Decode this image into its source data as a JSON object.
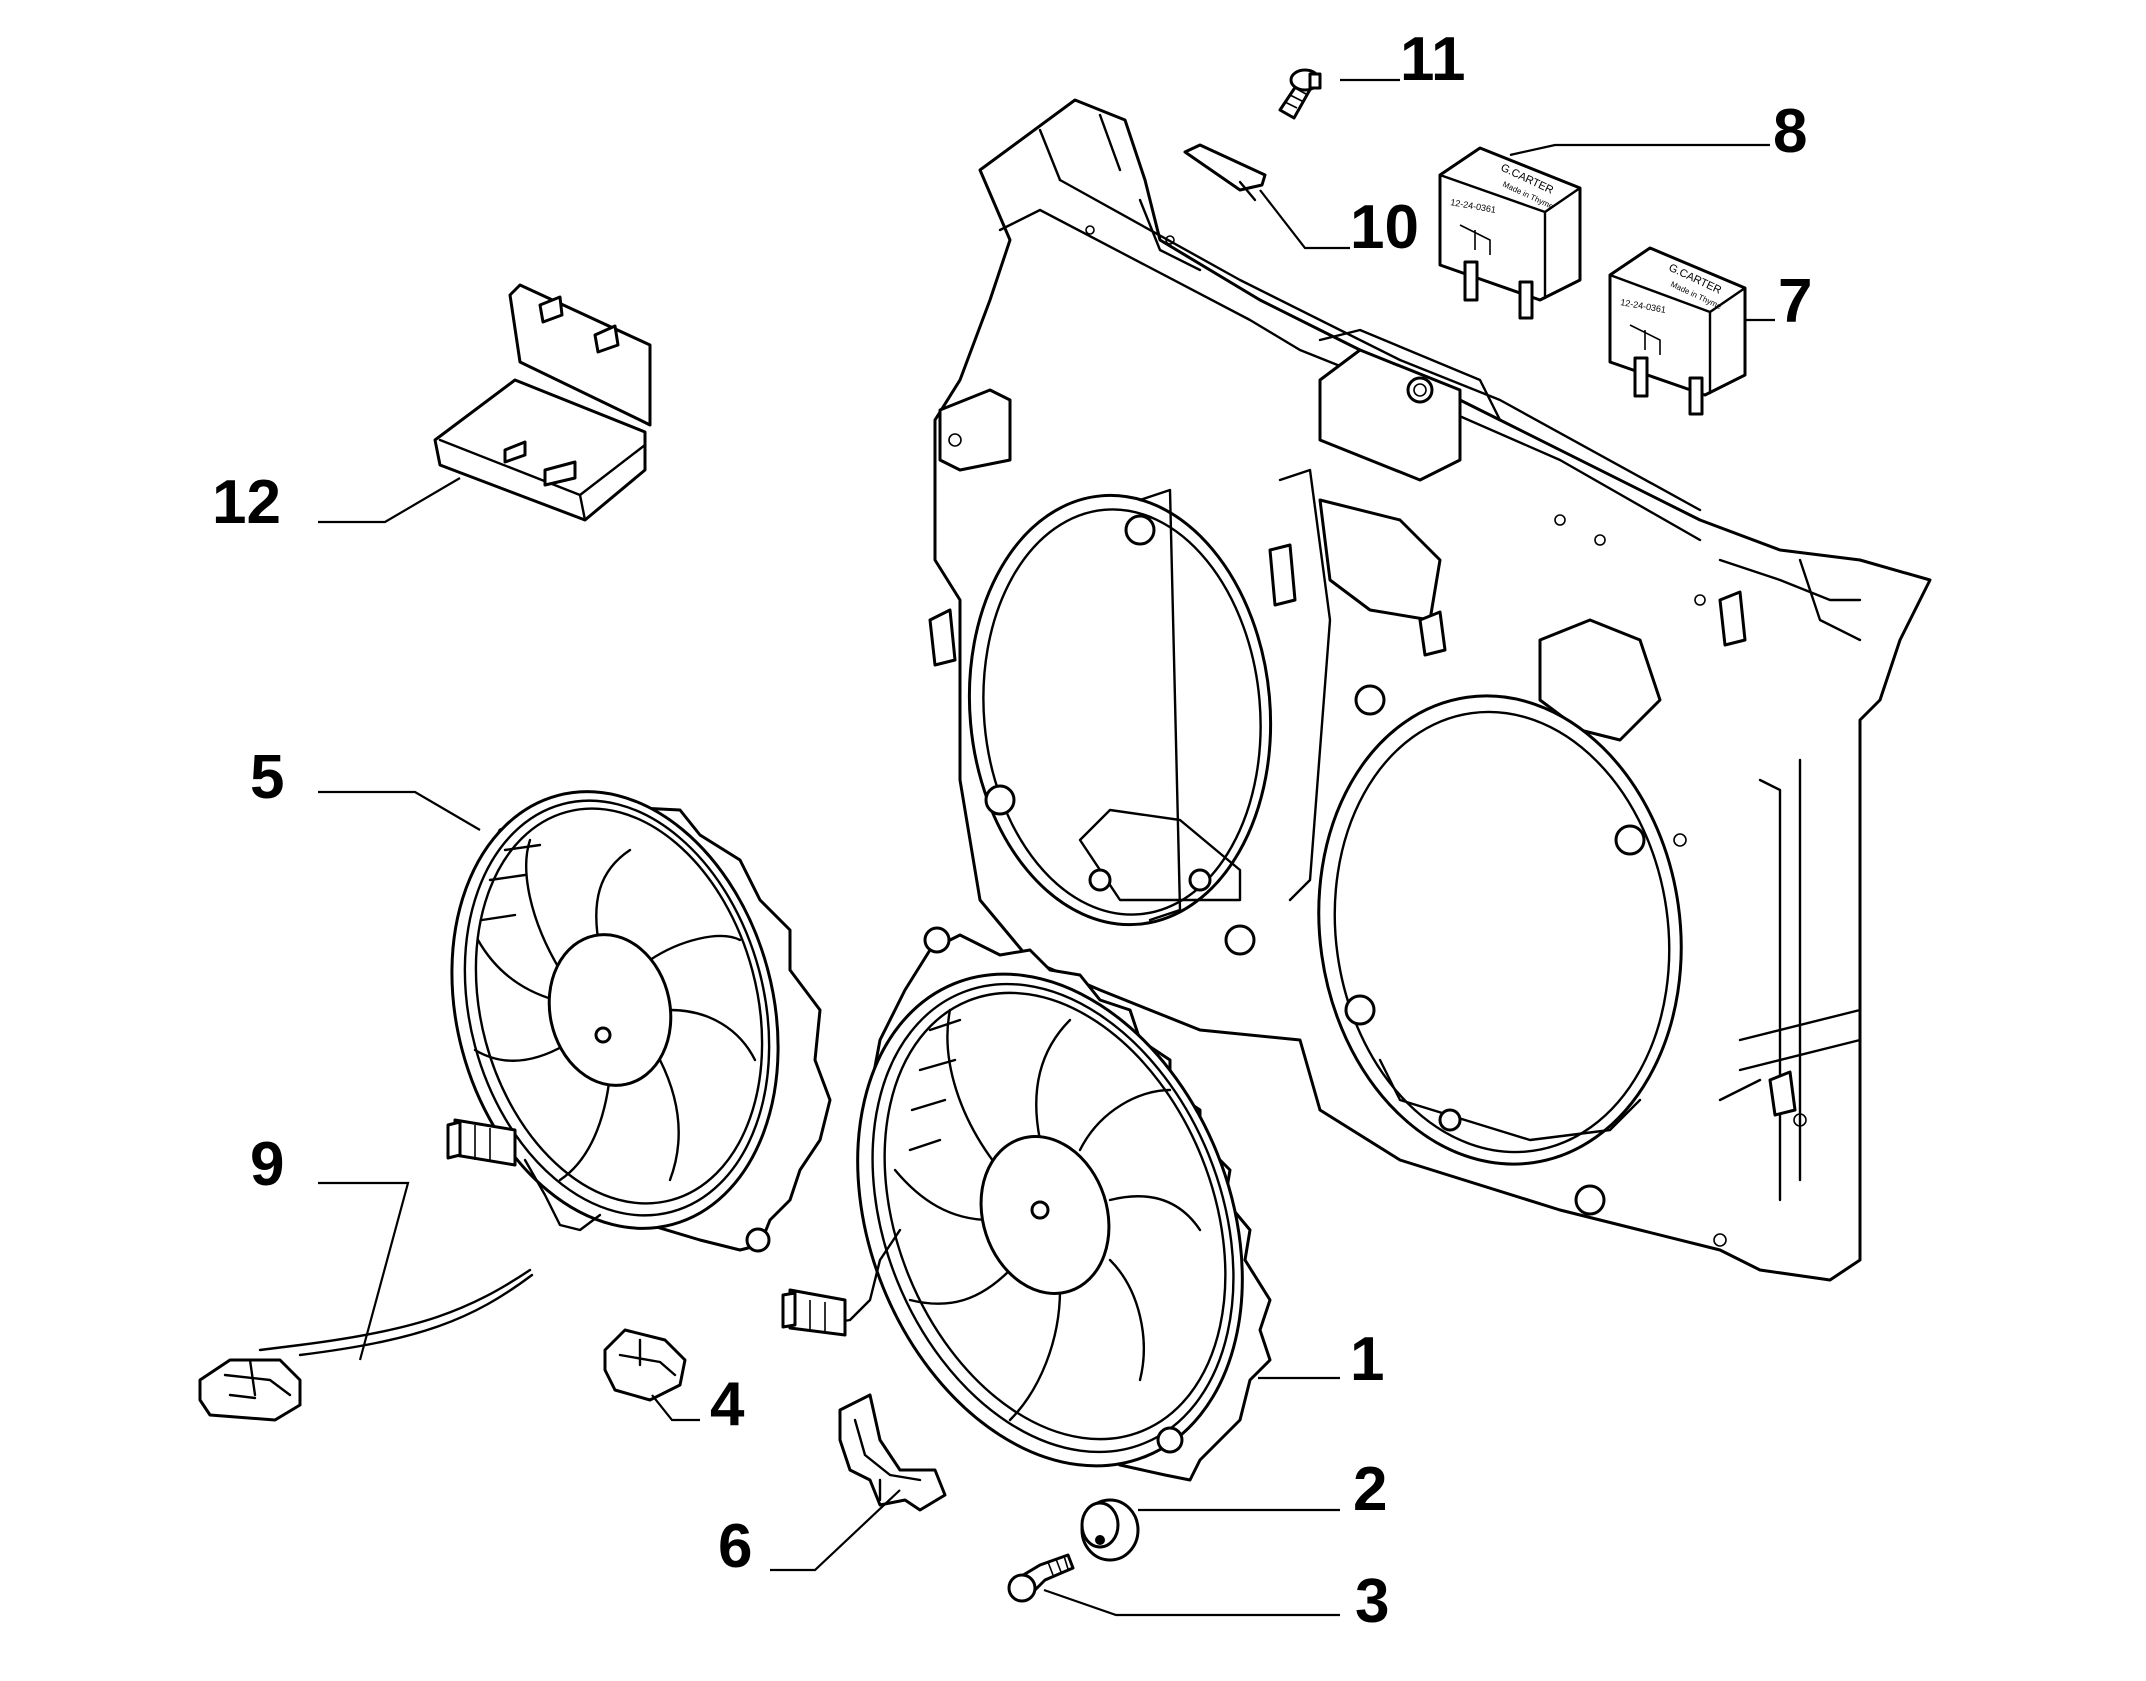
{
  "callouts": [
    {
      "id": "1",
      "label": "1"
    },
    {
      "id": "2",
      "label": "2"
    },
    {
      "id": "3",
      "label": "3"
    },
    {
      "id": "4",
      "label": "4"
    },
    {
      "id": "5",
      "label": "5"
    },
    {
      "id": "6",
      "label": "6"
    },
    {
      "id": "7",
      "label": "7"
    },
    {
      "id": "8",
      "label": "8"
    },
    {
      "id": "9",
      "label": "9"
    },
    {
      "id": "10",
      "label": "10"
    },
    {
      "id": "11",
      "label": "11"
    },
    {
      "id": "12",
      "label": "12"
    }
  ],
  "relay_8": {
    "brand": "G.CARTER",
    "subtitle": "Made in Thyme",
    "code": "12-24-0361"
  },
  "relay_7": {
    "brand": "G.CARTER",
    "subtitle": "Made in Thyme",
    "code": "12-24-0361"
  }
}
